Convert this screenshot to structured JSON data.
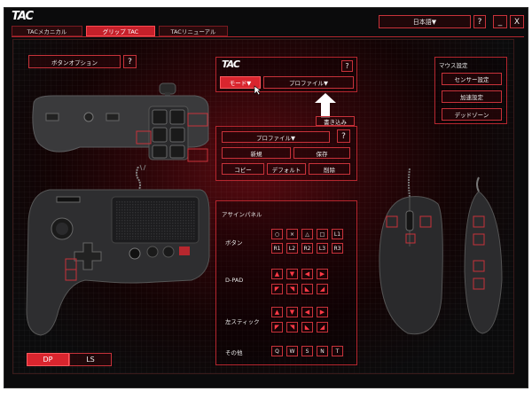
{
  "app": {
    "logo": "TAC",
    "language": "日本語▼",
    "help": "?",
    "minimize": "_",
    "close": "X"
  },
  "tabs": [
    {
      "label": "TACメカニカル",
      "active": false
    },
    {
      "label": "グリップ TAC",
      "active": true
    },
    {
      "label": "TACリニューアル",
      "active": false
    }
  ],
  "button_options": {
    "label": "ボタンオプション",
    "help": "?"
  },
  "profile_box": {
    "logo": "TAC",
    "help": "?",
    "mode": "モード▼",
    "profile": "プロファイル▼"
  },
  "profile_ops": {
    "write": "書き込み",
    "profile": "プロファイル▼",
    "help": "?",
    "new": "新規",
    "save": "保存",
    "copy": "コピー",
    "default": "デフォルト",
    "delete": "削除"
  },
  "mouse": {
    "title": "マウス設定",
    "sensor": "センサー設定",
    "accel": "加速設定",
    "deadzone": "デッドゾーン"
  },
  "assign": {
    "title": "アサインパネル",
    "buttons_label": "ボタン",
    "buttons_row1": [
      "○",
      "×",
      "△",
      "□",
      "L1"
    ],
    "buttons_row2": [
      "R1",
      "L2",
      "R2",
      "L3",
      "R3"
    ],
    "dpad_label": "D-PAD",
    "dpad_row1": [
      "▲",
      "▼",
      "◀",
      "▶"
    ],
    "dpad_row2": [
      "◤",
      "◥",
      "◣",
      "◢"
    ],
    "stick_label": "左スティック",
    "stick_row1": [
      "▲",
      "▼",
      "◀",
      "▶"
    ],
    "stick_row2": [
      "◤",
      "◥",
      "◣",
      "◢"
    ],
    "other_label": "その他",
    "other": [
      "Q",
      "W",
      "S",
      "N",
      "T"
    ]
  },
  "mode_toggle": {
    "dp": "DP",
    "ls": "LS"
  },
  "colors": {
    "accent": "#d9252e",
    "border": "#c8323a",
    "background": "#0b0b0c"
  }
}
